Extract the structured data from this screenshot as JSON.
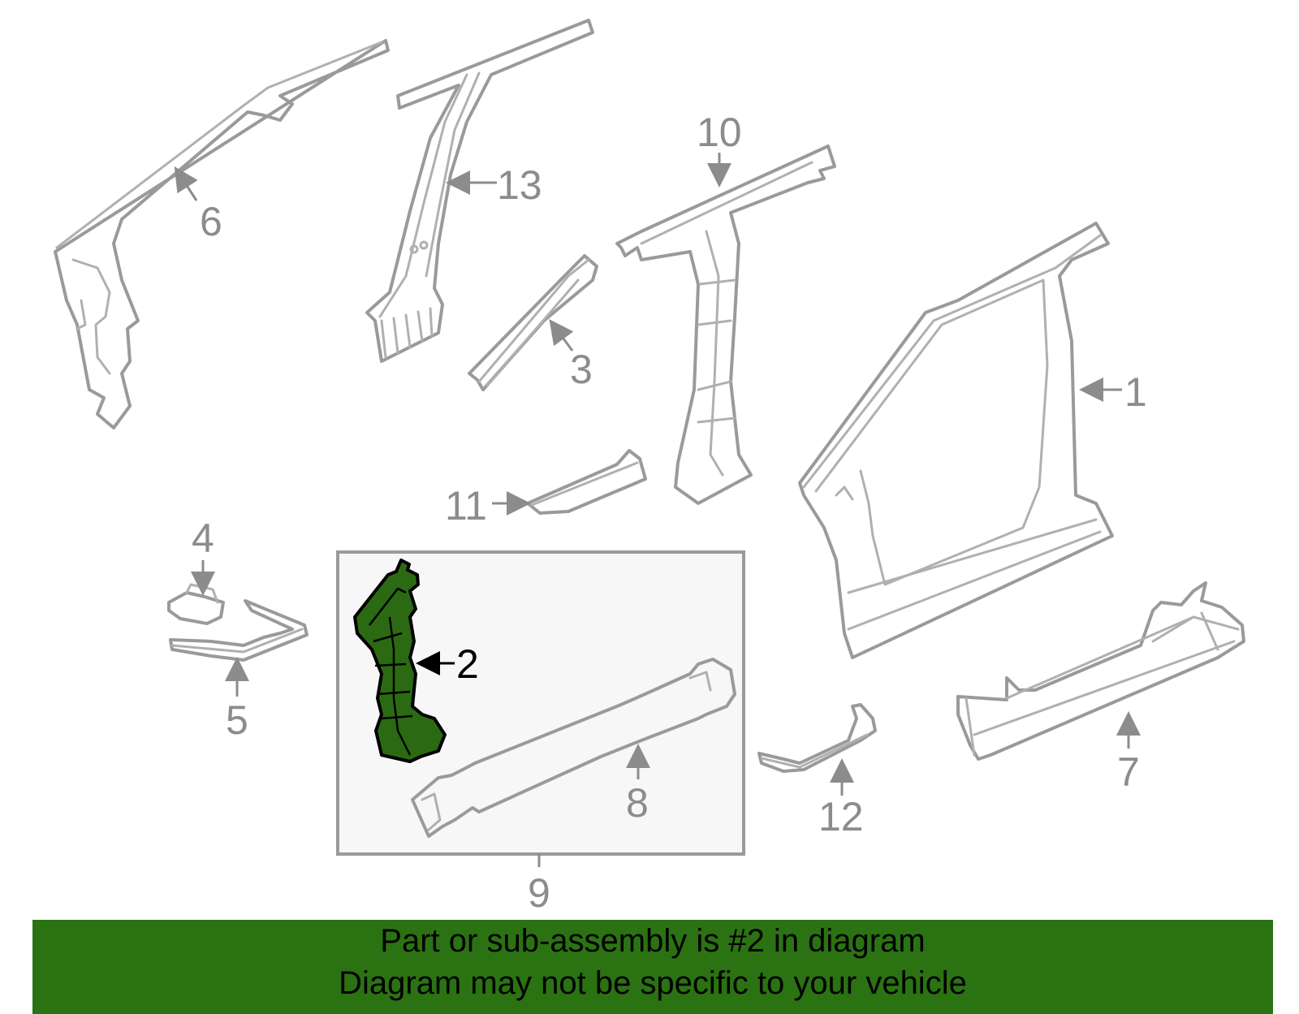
{
  "diagram": {
    "callouts": [
      {
        "id": "1",
        "label": "1"
      },
      {
        "id": "2",
        "label": "2",
        "highlighted": true
      },
      {
        "id": "3",
        "label": "3"
      },
      {
        "id": "4",
        "label": "4"
      },
      {
        "id": "5",
        "label": "5"
      },
      {
        "id": "6",
        "label": "6"
      },
      {
        "id": "7",
        "label": "7"
      },
      {
        "id": "8",
        "label": "8"
      },
      {
        "id": "9",
        "label": "9"
      },
      {
        "id": "10",
        "label": "10"
      },
      {
        "id": "11",
        "label": "11"
      },
      {
        "id": "12",
        "label": "12"
      },
      {
        "id": "13",
        "label": "13"
      }
    ],
    "highlight_color": "#2b6a12",
    "part_stroke_color": "#9a9a9a"
  },
  "banner": {
    "line1": "Part or sub-assembly is #2 in diagram",
    "line2": "Diagram may not be specific to your vehicle",
    "background": "#2b7213"
  }
}
